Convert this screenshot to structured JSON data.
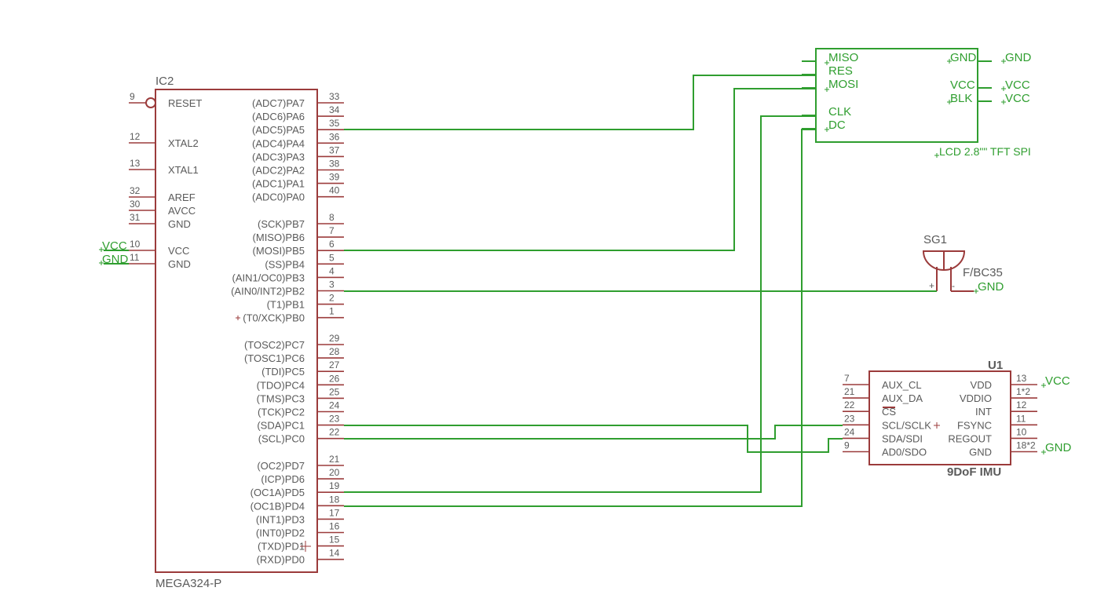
{
  "ic2": {
    "name": "IC2",
    "part": "MEGA324-P",
    "left_pins": [
      {
        "num": "9",
        "label": "RESET"
      },
      {
        "num": "12",
        "label": "XTAL2"
      },
      {
        "num": "13",
        "label": "XTAL1"
      },
      {
        "num": "32",
        "label": "AREF"
      },
      {
        "num": "30",
        "label": "AVCC"
      },
      {
        "num": "31",
        "label": "GND"
      },
      {
        "num": "10",
        "label": "VCC"
      },
      {
        "num": "11",
        "label": "GND"
      }
    ],
    "right_pins": [
      {
        "num": "33",
        "label": "(ADC7)PA7"
      },
      {
        "num": "34",
        "label": "(ADC6)PA6"
      },
      {
        "num": "35",
        "label": "(ADC5)PA5"
      },
      {
        "num": "36",
        "label": "(ADC4)PA4"
      },
      {
        "num": "37",
        "label": "(ADC3)PA3"
      },
      {
        "num": "38",
        "label": "(ADC2)PA2"
      },
      {
        "num": "39",
        "label": "(ADC1)PA1"
      },
      {
        "num": "40",
        "label": "(ADC0)PA0"
      },
      {
        "num": "8",
        "label": "(SCK)PB7"
      },
      {
        "num": "7",
        "label": "(MISO)PB6"
      },
      {
        "num": "6",
        "label": "(MOSI)PB5"
      },
      {
        "num": "5",
        "label": "(SS)PB4"
      },
      {
        "num": "4",
        "label": "(AIN1/OC0)PB3"
      },
      {
        "num": "3",
        "label": "(AIN0/INT2)PB2"
      },
      {
        "num": "2",
        "label": "(T1)PB1"
      },
      {
        "num": "1",
        "label": "(T0/XCK)PB0"
      },
      {
        "num": "29",
        "label": "(TOSC2)PC7"
      },
      {
        "num": "28",
        "label": "(TOSC1)PC6"
      },
      {
        "num": "27",
        "label": "(TDI)PC5"
      },
      {
        "num": "26",
        "label": "(TDO)PC4"
      },
      {
        "num": "25",
        "label": "(TMS)PC3"
      },
      {
        "num": "24",
        "label": "(TCK)PC2"
      },
      {
        "num": "23",
        "label": "(SDA)PC1"
      },
      {
        "num": "22",
        "label": "(SCL)PC0"
      },
      {
        "num": "21",
        "label": "(OC2)PD7"
      },
      {
        "num": "20",
        "label": "(ICP)PD6"
      },
      {
        "num": "19",
        "label": "(OC1A)PD5"
      },
      {
        "num": "18",
        "label": "(OC1B)PD4"
      },
      {
        "num": "17",
        "label": "(INT1)PD3"
      },
      {
        "num": "16",
        "label": "(INT0)PD2"
      },
      {
        "num": "15",
        "label": "(TXD)PD1"
      },
      {
        "num": "14",
        "label": "(RXD)PD0"
      }
    ],
    "net_vcc": "VCC",
    "net_gnd": "GND"
  },
  "lcd": {
    "name": "LCD 2.8\"\" TFT SPI",
    "pins_left": [
      "MISO",
      "RES",
      "MOSI",
      "CLK",
      "DC"
    ],
    "pins_right": [
      "GND",
      "VCC",
      "BLK"
    ],
    "net_gnd": "GND",
    "net_vcc_1": "VCC",
    "net_vcc_2": "VCC"
  },
  "buzzer": {
    "name": "SG1",
    "part": "F/BC35",
    "plus": "+",
    "minus": "-",
    "net_gnd": "GND"
  },
  "imu": {
    "name": "U1",
    "part": "9DoF IMU",
    "left_pins": [
      {
        "num": "7",
        "label": "AUX_CL"
      },
      {
        "num": "21",
        "label": "AUX_DA"
      },
      {
        "num": "22",
        "label": "CS"
      },
      {
        "num": "23",
        "label": "SCL/SCLK"
      },
      {
        "num": "24",
        "label": "SDA/SDI"
      },
      {
        "num": "9",
        "label": "AD0/SDO"
      }
    ],
    "right_pins": [
      {
        "num": "13",
        "label": "VDD"
      },
      {
        "num": "1*2",
        "label": "VDDIO"
      },
      {
        "num": "12",
        "label": "INT"
      },
      {
        "num": "11",
        "label": "FSYNC"
      },
      {
        "num": "10",
        "label": "REGOUT"
      },
      {
        "num": "18*2",
        "label": "GND"
      }
    ],
    "net_vcc": "VCC",
    "net_gnd": "GND"
  }
}
